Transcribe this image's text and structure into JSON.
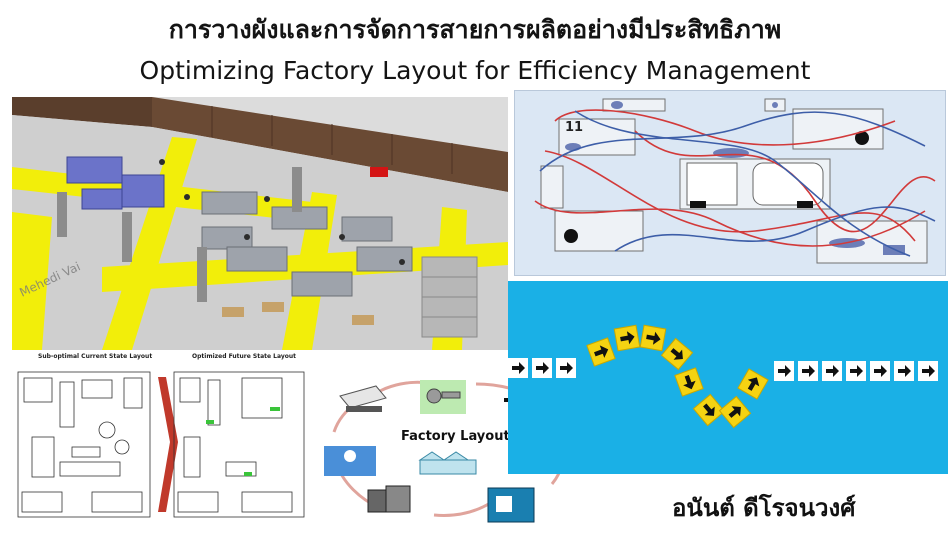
{
  "header": {
    "title_thai": "การวางผังและการจัดการสายการผลิตอย่างมีประสิทธิภาพ",
    "title_english": "Optimizing Factory Layout for Efficiency Management"
  },
  "factory_floor": {
    "watermark": "Mehedi Vai",
    "floor_color": "#f4f000",
    "wall_color": "#6a4a34"
  },
  "layout_comparison": {
    "current_label": "Sub-optimal Current State Layout",
    "future_label": "Optimized Future State Layout",
    "arrow_color": "#c0392b"
  },
  "cycle_diagram": {
    "center_label": "Factory Layout",
    "arrow_color": "#e0a49c"
  },
  "arrow_cubes": {
    "background_color": "#1ab0e6",
    "cube_white": "#ffffff",
    "cube_yellow": "#f5d312"
  },
  "author": {
    "name": "อนันต์ ดีโรจนวงศ์"
  }
}
